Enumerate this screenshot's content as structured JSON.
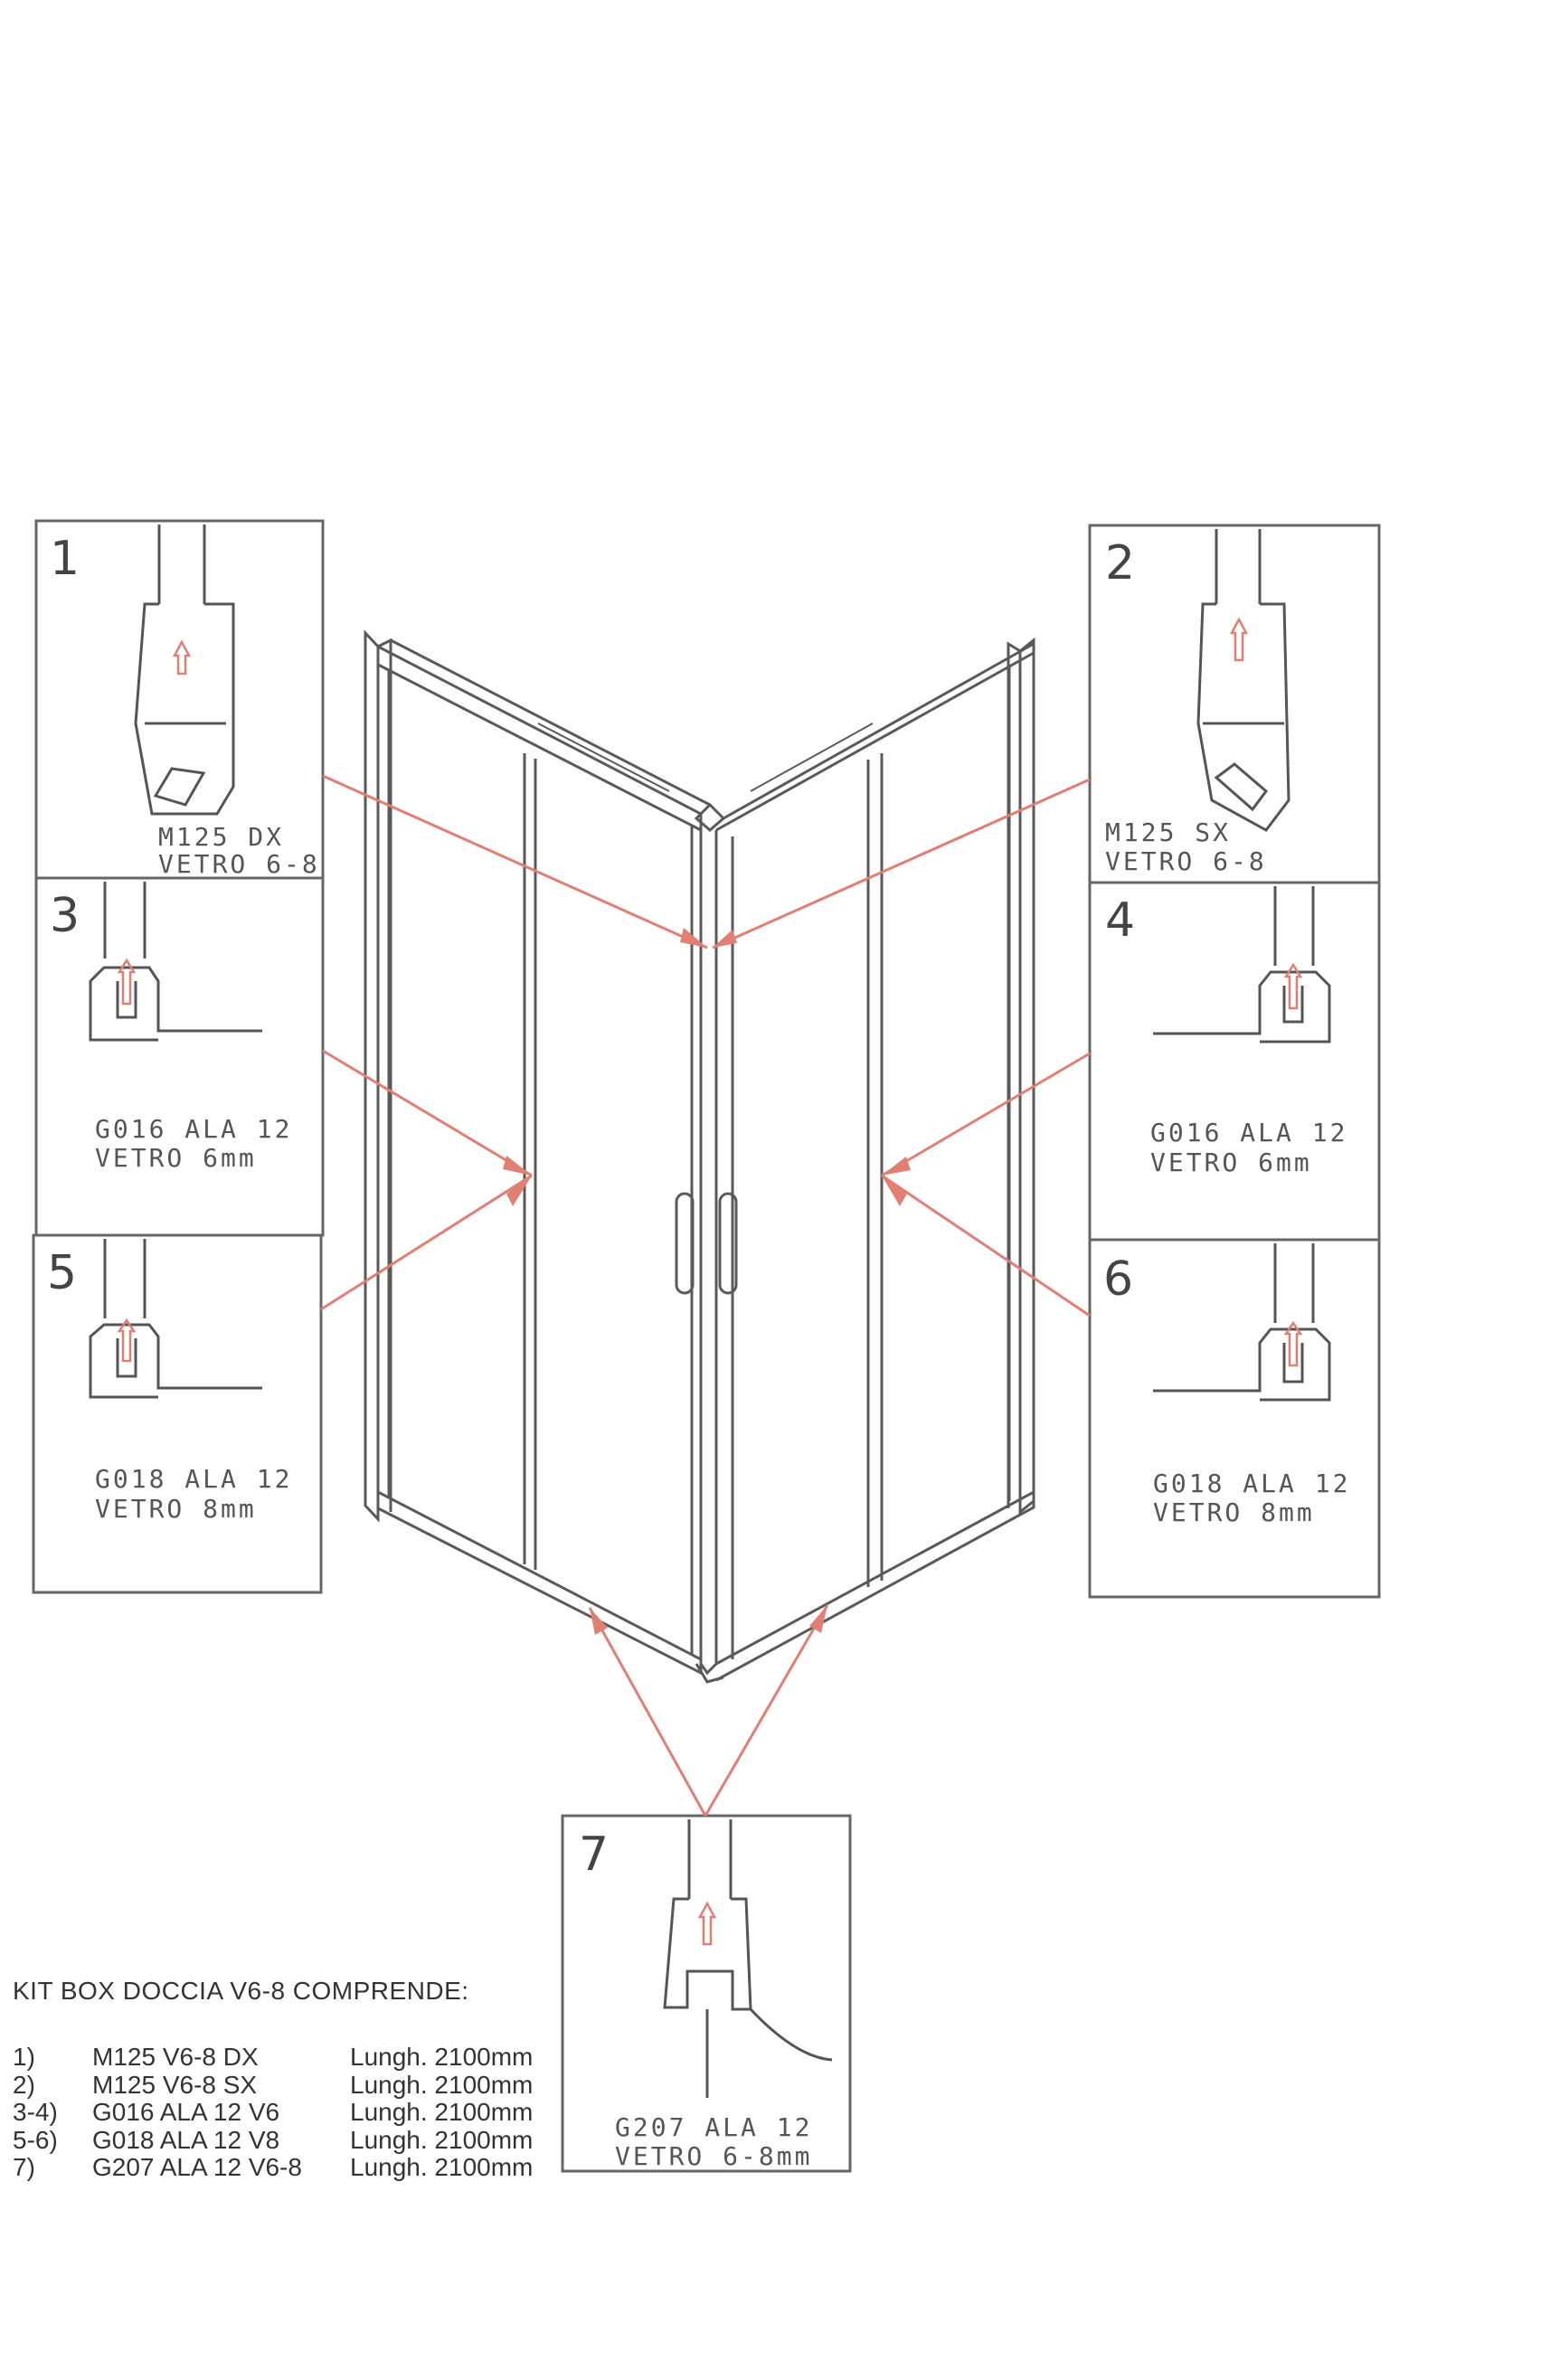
{
  "panels": [
    {
      "num": "1",
      "line1": "M125 DX",
      "line2": "VETRO 6-8"
    },
    {
      "num": "2",
      "line1": "M125 SX",
      "line2": "VETRO 6-8"
    },
    {
      "num": "3",
      "line1": "G016 ALA 12",
      "line2": "VETRO 6mm"
    },
    {
      "num": "4",
      "line1": "G016 ALA 12",
      "line2": "VETRO 6mm"
    },
    {
      "num": "5",
      "line1": "G018 ALA 12",
      "line2": "VETRO 8mm"
    },
    {
      "num": "6",
      "line1": "G018 ALA 12",
      "line2": "VETRO 8mm"
    },
    {
      "num": "7",
      "line1": "G207 ALA 12",
      "line2": "VETRO 6-8mm"
    }
  ],
  "kit": {
    "title": "KIT BOX DOCCIA V6-8 COMPRENDE:",
    "items": [
      {
        "num": "1)",
        "code": "M125 V6-8 DX",
        "length": "Lungh. 2100mm"
      },
      {
        "num": "2)",
        "code": "M125 V6-8 SX",
        "length": "Lungh. 2100mm"
      },
      {
        "num": "3-4)",
        "code": "G016 ALA 12 V6",
        "length": "Lungh. 2100mm"
      },
      {
        "num": "5-6)",
        "code": "G018 ALA 12 V8",
        "length": "Lungh. 2100mm"
      },
      {
        "num": "7)",
        "code": "G207 ALA 12 V6-8",
        "length": "Lungh. 2100mm"
      }
    ]
  },
  "colors": {
    "line": "#444444",
    "arrow": "#e07f72",
    "frame": "#666666"
  }
}
